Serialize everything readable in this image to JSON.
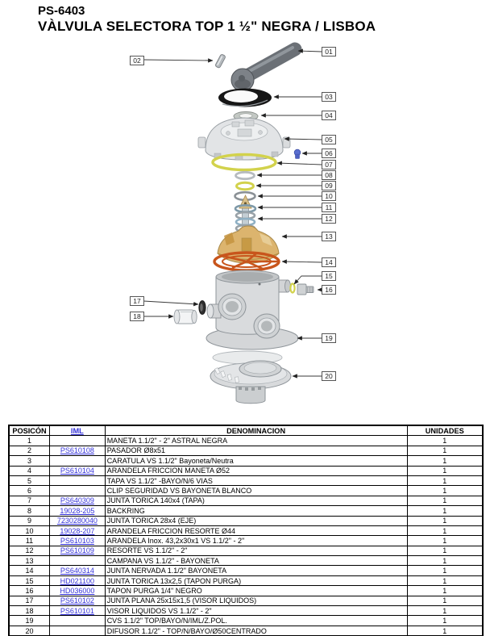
{
  "page": {
    "title_code": "PS-6403",
    "title_main": "VÀLVULA SELECTORA TOP 1 ½\" NEGRA / LISBOA"
  },
  "colors": {
    "iml_link_blue": "#3432d8",
    "oring_yellow": "#d2d24c",
    "gasket_orange": "#c8551c",
    "campana_tan": "#dcb46e",
    "clip_blue": "#5a6fd0",
    "body_gray": "#d9dbdd"
  },
  "callouts": [
    "01",
    "02",
    "03",
    "04",
    "05",
    "06",
    "07",
    "08",
    "09",
    "10",
    "11",
    "12",
    "13",
    "14",
    "15",
    "16",
    "17",
    "18",
    "19",
    "20"
  ],
  "table": {
    "headers": [
      "POSICÓN",
      "IML",
      "DENOMINACION",
      "UNIDADES"
    ],
    "rows": [
      {
        "posicion": "1",
        "iml": "",
        "denominacion": "MANETA 1.1/2\" - 2\" ASTRAL NEGRA",
        "unidades": "1"
      },
      {
        "posicion": "2",
        "iml": "PS610108",
        "denominacion": "PASADOR Ø8x51",
        "unidades": "1"
      },
      {
        "posicion": "3",
        "iml": "",
        "denominacion": "CARATULA VS 1.1/2\" Bayoneta/Neutra",
        "unidades": "1"
      },
      {
        "posicion": "4",
        "iml": "PS610104",
        "denominacion": "ARANDELA FRICCION MANETA Ø52",
        "unidades": "1"
      },
      {
        "posicion": "5",
        "iml": "",
        "denominacion": "TAPA VS 1.1/2\" -BAYO/N/6 VIAS",
        "unidades": "1"
      },
      {
        "posicion": "6",
        "iml": "",
        "denominacion": "CLIP SEGURIDAD VS BAYONETA BLANCO",
        "unidades": "1"
      },
      {
        "posicion": "7",
        "iml": "PS640309",
        "denominacion": "JUNTA TORICA 140x4 (TAPA)",
        "unidades": "1"
      },
      {
        "posicion": "8",
        "iml": "19028-205",
        "denominacion": "BACKRING",
        "unidades": "1"
      },
      {
        "posicion": "9",
        "iml": "7230280040",
        "denominacion": "JUNTA TORICA 28x4 (EJE)",
        "unidades": "1"
      },
      {
        "posicion": "10",
        "iml": "19028-207",
        "denominacion": "ARANDELA FRICCION RESORTE Ø44",
        "unidades": "1"
      },
      {
        "posicion": "11",
        "iml": "PS610103",
        "denominacion": "ARANDELA Inox. 43,2x30x1 VS 1.1/2\" - 2\"",
        "unidades": "1"
      },
      {
        "posicion": "12",
        "iml": "PS610109",
        "denominacion": "RESORTE VS 1.1/2\" - 2\"",
        "unidades": "1"
      },
      {
        "posicion": "13",
        "iml": "",
        "denominacion": "CAMPANA VS 1.1/2\" - BAYONETA",
        "unidades": "1"
      },
      {
        "posicion": "14",
        "iml": "PS640314",
        "denominacion": "JUNTA NERVADA 1.1/2\" BAYONETA",
        "unidades": "1"
      },
      {
        "posicion": "15",
        "iml": "HD021100",
        "denominacion": "JUNTA TORICA 13x2,5 (TAPON PURGA)",
        "unidades": "1"
      },
      {
        "posicion": "16",
        "iml": "HD036000",
        "denominacion": "TAPON PURGA 1/4\" NEGRO",
        "unidades": "1"
      },
      {
        "posicion": "17",
        "iml": "PS610102",
        "denominacion": "JUNTA PLANA 25x15x1,5 (VISOR LIQUIDOS)",
        "unidades": "1"
      },
      {
        "posicion": "18",
        "iml": "PS610101",
        "denominacion": "VISOR LIQUIDOS VS 1.1/2\" - 2\"",
        "unidades": "1"
      },
      {
        "posicion": "19",
        "iml": "",
        "denominacion": "CVS 1.1/2\" TOP/BAYO/N/IML/Z.POL.",
        "unidades": "1"
      },
      {
        "posicion": "20",
        "iml": "",
        "denominacion": "DIFUSOR 1.1/2\" - TOP/N/BAYO/Ø50CENTRADO",
        "unidades": "1"
      }
    ]
  }
}
